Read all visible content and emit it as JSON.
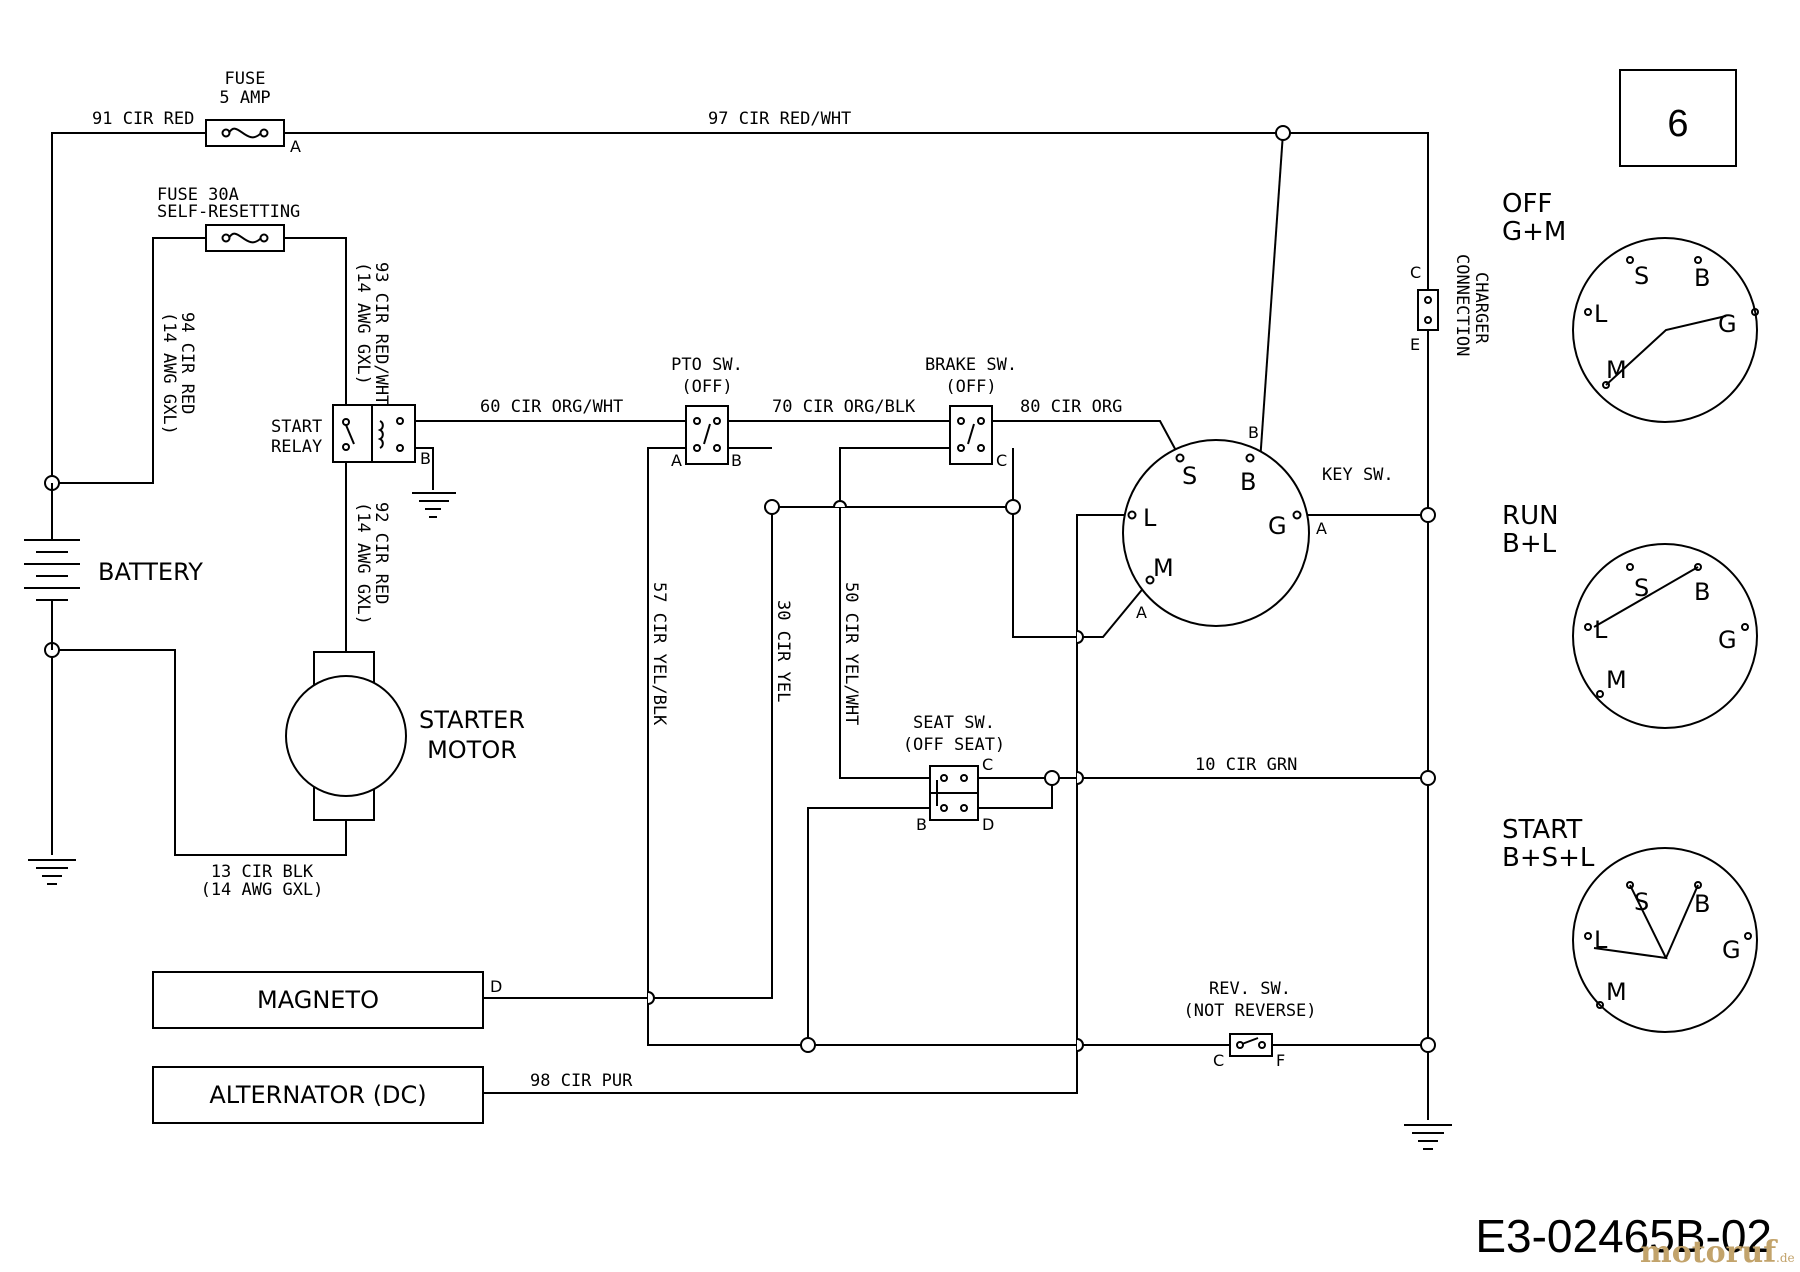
{
  "page_number": "6",
  "drawing_id": "E3-02465B-02",
  "watermark": {
    "brand": "motoruf",
    "suffix": ".de"
  },
  "fuse1": {
    "title": "FUSE",
    "rating": "5 AMP",
    "pin": "A"
  },
  "fuse2": {
    "title": "FUSE 30A",
    "subtitle": "SELF-RESETTING"
  },
  "wires": {
    "w91": "91 CIR RED",
    "w97": "97 CIR RED/WHT",
    "w94a": "94 CIR RED",
    "w94b": "(14 AWG GXL)",
    "w93a": "93 CIR RED/WHT",
    "w93b": "(14 AWG GXL)",
    "w92a": "92 CIR RED",
    "w92b": "(14 AWG GXL)",
    "w60": "60 CIR ORG/WHT",
    "w70": "70 CIR ORG/BLK",
    "w80": "80 CIR ORG",
    "w57": "57 CIR YEL/BLK",
    "w30": "30 CIR YEL",
    "w50": "50 CIR YEL/WHT",
    "w10": "10 CIR GRN",
    "w13a": "13 CIR BLK",
    "w13b": "(14 AWG GXL)",
    "w98": "98 CIR PUR"
  },
  "components": {
    "battery": "BATTERY",
    "relay_l1": "START",
    "relay_l2": "RELAY",
    "relay_pin": "B",
    "starter_l1": "STARTER",
    "starter_l2": "MOTOR",
    "pto_l1": "PTO SW.",
    "pto_l2": "(OFF)",
    "pto_pin_a": "A",
    "pto_pin_b": "B",
    "brake_l1": "BRAKE SW.",
    "brake_l2": "(OFF)",
    "brake_pin_c": "C",
    "seat_l1": "SEAT SW.",
    "seat_l2": "(OFF SEAT)",
    "seat_pin_c": "C",
    "seat_pin_b": "B",
    "seat_pin_d": "D",
    "rev_l1": "REV. SW.",
    "rev_l2": "(NOT REVERSE)",
    "rev_pin_c": "C",
    "rev_pin_f": "F",
    "charger_l1": "CHARGER",
    "charger_l2": "CONNECTION",
    "charger_pin_c": "C",
    "charger_pin_e": "E",
    "magneto": "MAGNETO",
    "magneto_pin": "D",
    "alternator": "ALTERNATOR (DC)",
    "key_title": "KEY SW.",
    "key_s": "S",
    "key_b": "B",
    "key_l": "L",
    "key_g": "G",
    "key_m": "M",
    "key_pin_b": "B",
    "key_pin_a_g": "A",
    "key_pin_a_m": "A"
  },
  "key_positions": [
    {
      "mode": "OFF",
      "contacts": "G+M"
    },
    {
      "mode": "RUN",
      "contacts": "B+L"
    },
    {
      "mode": "START",
      "contacts": "B+S+L"
    }
  ],
  "dial_terminals": {
    "s": "S",
    "b": "B",
    "l": "L",
    "g": "G",
    "m": "M"
  }
}
